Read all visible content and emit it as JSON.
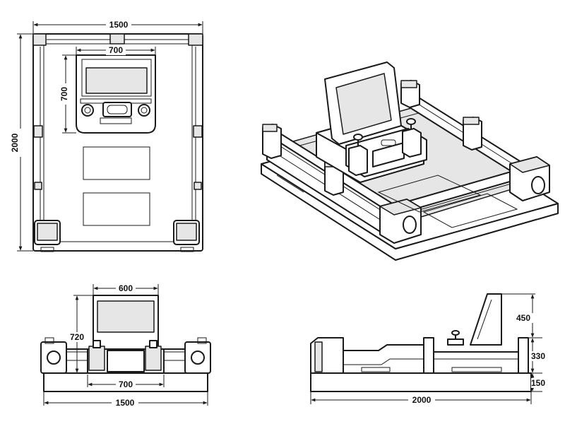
{
  "views": {
    "top": {
      "width_label": "1500",
      "height_label": "2000",
      "console_width_label": "700",
      "console_depth_label": "700"
    },
    "isometric": {},
    "front": {
      "screen_width_label": "600",
      "screen_height_label": "720",
      "base_inner_label": "700",
      "overall_width_label": "1500"
    },
    "side": {
      "screen_height_label": "450",
      "rail_height_label": "330",
      "base_height_label": "150",
      "overall_length_label": "2000"
    }
  },
  "colors": {
    "line": "#1a1a1a",
    "shade": "#e6e6e6",
    "background": "#ffffff"
  }
}
